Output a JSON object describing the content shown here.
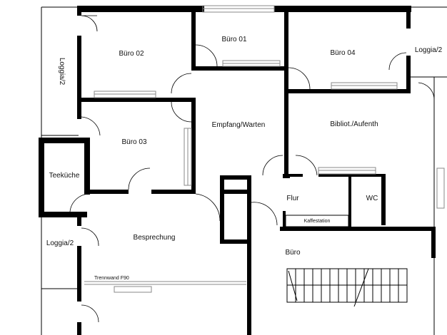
{
  "rooms": {
    "loggia_left_top": "Loggia/2",
    "buero_02": "Büro 02",
    "buero_01": "Büro 01",
    "buero_04": "Büro 04",
    "loggia_right": "Loggia/2",
    "buero_03": "Büro 03",
    "empfang": "Empfang/Warten",
    "bibliothek": "Bibliot./Aufenth",
    "teekueche": "Teeküche",
    "flur": "Flur",
    "wc": "WC",
    "kaffeestation": "Kaffestation",
    "besprechung": "Besprechung",
    "loggia_left_bottom": "Loggia/2",
    "buero_main": "Büro",
    "trennwand": "Trennwand F90"
  }
}
